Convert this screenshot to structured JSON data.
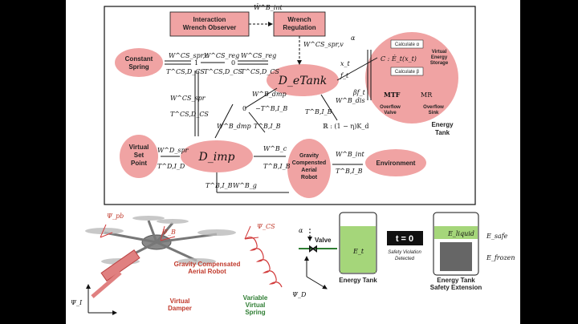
{
  "top": {
    "observer": "Interaction\nWrench Observer",
    "regulation": "Wrench\nRegulation",
    "constant_spring": "Constant\nSpring",
    "etank": "D_eTank",
    "imp": "D_imp",
    "virtual_set_point": "Virtual\nSet\nPoint",
    "gcar": "Gravity\nCompensted\nAerial\nRobot",
    "environment": "Environment",
    "energy_tank_label": "Energy\nTank",
    "tank_inner": {
      "calc_a": "Calculate α",
      "calc_b": "Calculate β",
      "ves": "Virtual\nEnergy\nStorage",
      "overflow_valve": "Overflow\nValve",
      "overflow_sink": "Overflow\nSink",
      "mtf": "MTF",
      "mr": "MR"
    },
    "math": {
      "w_int_hat": "Ŵ^B_int",
      "w_spr_v": "W^CS_spr,v",
      "w_spr_c": "W^CS_spr,c",
      "t_cs_d": "T^CS,D_CS",
      "w_reg1": "W^CS_reg",
      "t_cs_d2": "T^CS,D_CS",
      "w_reg2": "W^CS_reg",
      "t_cs_d3": "T^CS,D_CS",
      "one": "1",
      "zero1": "0",
      "zero2": "0",
      "w_spr": "W^CS_spr",
      "t_cs_d4": "T^CS,D_CS",
      "w_dmp": "W^B_dmp",
      "t_bi": "−T^B,I_B",
      "w_dmp2": "W^B_dmp",
      "t_bi2": "T^B,I_B",
      "w_dis": "W^B_dis",
      "t_bi3": "T^B,I_B",
      "kd": "ℝ : (1 − η)K_d",
      "w_spr_d": "W^D_spr",
      "t_d_di": "T^D,I_D",
      "w_c": "W^B_c",
      "t_bi4": "T^B,I_B",
      "w_int": "W^B_int",
      "t_bi5": "T^B,I_B",
      "t_bi6": "T^B,I_B",
      "w_g": "W^B_g",
      "alpha": "α",
      "x_t": "x_t",
      "f_t": "f_t",
      "beta_ft": "βf_t"
    }
  },
  "bottom": {
    "psi_pb": "Ψ_pb",
    "psi_b": "Ψ_B",
    "psi_cs": "Ψ_CS",
    "psi_i": "Ψ_I",
    "psi_d": "Ψ_D",
    "gcar": "Gravity Compensated\nAerial Robot",
    "virtual_damper": "Virtual\nDamper",
    "variable_spring": "Variable\nVirtual\nSpring",
    "alpha": "α",
    "valve": "Valve",
    "et": "E_t",
    "energy_tank": "Energy Tank",
    "t0": "t = 0",
    "safety_violation": "Safety Violation\nDetected",
    "e_liquid": "E_liquid",
    "e_safe": "E_safe",
    "e_frozen": "E_frozen",
    "tank_ext": "Energy Tank\nSafety Extension"
  },
  "colors": {
    "node_fill": "#f0a3a3",
    "node_stroke": "#c44",
    "tank_green": "#a5d67a",
    "spring_red": "#d23b3b"
  }
}
